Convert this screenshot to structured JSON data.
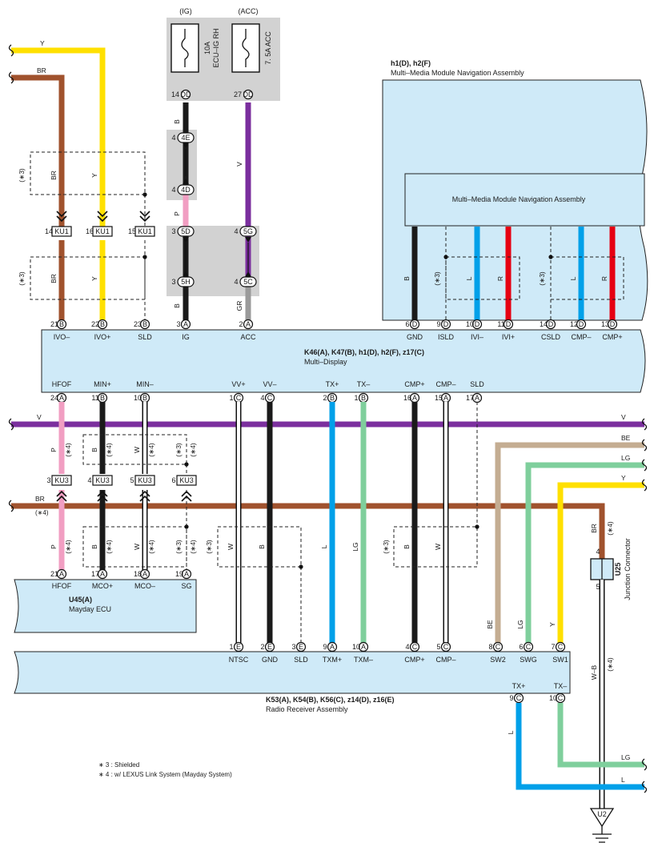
{
  "fuses": {
    "ig": {
      "source": "(IG)",
      "name": "10A\nECU–IG RH",
      "pin": "14",
      "conn": "DD"
    },
    "acc": {
      "source": "(ACC)",
      "name": "7. 5A ACC",
      "pin": "27",
      "conn": "DD"
    }
  },
  "junctions": {
    "j4e": {
      "pin": "4",
      "conn": "4E"
    },
    "j4d": {
      "pin": "4",
      "conn": "4D"
    },
    "j5d": {
      "pin": "3",
      "conn": "5D"
    },
    "j5h": {
      "pin": "3",
      "conn": "5H"
    },
    "j5g": {
      "pin": "4",
      "conn": "5G"
    },
    "j5c": {
      "pin": "4",
      "conn": "5C"
    }
  },
  "kur_top": [
    {
      "pin": "14",
      "conn": "KU1"
    },
    {
      "pin": "16",
      "conn": "KU1"
    },
    {
      "pin": "15",
      "conn": "KU1"
    }
  ],
  "ku3": [
    {
      "pin": "3",
      "conn": "KU3"
    },
    {
      "pin": "4",
      "conn": "KU3"
    },
    {
      "pin": "5",
      "conn": "KU3"
    },
    {
      "pin": "6",
      "conn": "KU3"
    }
  ],
  "nav": {
    "outer_ids": "h1(D), h2(F)",
    "outer_name": "Multi–Media Module Navigation Assembly",
    "inner_name": "Multi–Media Module Navigation Assembly"
  },
  "multi_display": {
    "ids": "K46(A), K47(B), h1(D), h2(F), z17(C)",
    "name": "Multi–Display",
    "top_pins": [
      {
        "num": "21",
        "conn": "B",
        "name": "IVO–"
      },
      {
        "num": "22",
        "conn": "B",
        "name": "IVO+"
      },
      {
        "num": "23",
        "conn": "B",
        "name": "SLD"
      },
      {
        "num": "3",
        "conn": "A",
        "name": "IG"
      },
      {
        "num": "2",
        "conn": "A",
        "name": "ACC"
      },
      {
        "num": "6",
        "conn": "D",
        "name": "GND"
      },
      {
        "num": "9",
        "conn": "D",
        "name": "ISLD"
      },
      {
        "num": "10",
        "conn": "D",
        "name": "IVI–"
      },
      {
        "num": "11",
        "conn": "D",
        "name": "IVI+"
      },
      {
        "num": "14",
        "conn": "D",
        "name": "CSLD"
      },
      {
        "num": "12",
        "conn": "D",
        "name": "CMP–"
      },
      {
        "num": "13",
        "conn": "D",
        "name": "CMP+"
      }
    ],
    "bottom_pins": [
      {
        "num": "24",
        "conn": "A",
        "name": "HFOF"
      },
      {
        "num": "11",
        "conn": "B",
        "name": "MIN+"
      },
      {
        "num": "10",
        "conn": "B",
        "name": "MIN–"
      },
      {
        "num": "1",
        "conn": "C",
        "name": "VV+"
      },
      {
        "num": "4",
        "conn": "C",
        "name": "VV–"
      },
      {
        "num": "2",
        "conn": "B",
        "name": "TX+"
      },
      {
        "num": "1",
        "conn": "B",
        "name": "TX–"
      },
      {
        "num": "16",
        "conn": "A",
        "name": "CMP+"
      },
      {
        "num": "15",
        "conn": "A",
        "name": "CMP–"
      },
      {
        "num": "17",
        "conn": "A",
        "name": "SLD"
      }
    ]
  },
  "mayday": {
    "ids": "U45(A)",
    "name": "Mayday ECU",
    "pins": [
      {
        "num": "21",
        "conn": "A",
        "name": "HFOF"
      },
      {
        "num": "17",
        "conn": "A",
        "name": "MCO+"
      },
      {
        "num": "18",
        "conn": "A",
        "name": "MCO–"
      },
      {
        "num": "19",
        "conn": "A",
        "name": "SG"
      }
    ]
  },
  "radio": {
    "ids": "K53(A), K54(B), K56(C), z14(D), z16(E)",
    "name": "Radio Receiver Assembly",
    "top_pins": [
      {
        "num": "1",
        "conn": "E",
        "name": "NTSC"
      },
      {
        "num": "2",
        "conn": "E",
        "name": "GND"
      },
      {
        "num": "3",
        "conn": "E",
        "name": "SLD"
      },
      {
        "num": "9",
        "conn": "A",
        "name": "TXM+"
      },
      {
        "num": "10",
        "conn": "A",
        "name": "TXM–"
      },
      {
        "num": "4",
        "conn": "C",
        "name": "CMP+"
      },
      {
        "num": "5",
        "conn": "C",
        "name": "CMP–"
      },
      {
        "num": "8",
        "conn": "C",
        "name": "SW2"
      },
      {
        "num": "6",
        "conn": "C",
        "name": "SWG"
      },
      {
        "num": "7",
        "conn": "C",
        "name": "SW1"
      }
    ],
    "bottom_pins": [
      {
        "num": "9",
        "conn": "C",
        "name": "TX+"
      },
      {
        "num": "10",
        "conn": "C",
        "name": "TX–"
      }
    ]
  },
  "junction_connector": {
    "id": "U25",
    "name": "Junction Connector",
    "pin_in": "4",
    "pin_out": "5"
  },
  "ground": {
    "id": "U2"
  },
  "wire_labels": {
    "y": "Y",
    "br": "BR",
    "b": "B",
    "p": "P",
    "v": "V",
    "gr": "GR",
    "l": "L",
    "r": "R",
    "w": "W",
    "lg": "LG",
    "be": "BE",
    "wb": "W–B"
  },
  "marks": {
    "s3": "(∗3)",
    "s4": "(∗4)"
  },
  "notes": [
    "∗ 3 : Shielded",
    "∗ 4 : w/ LEXUS Link System (Mayday System)"
  ],
  "colors": {
    "Y": "#ffe000",
    "BR": "#a0522d",
    "B": "#1a1a1a",
    "P": "#f19ec2",
    "V": "#7b2f9e",
    "GR": "#9a9a9a",
    "L": "#00a0e9",
    "R": "#e60012",
    "W": "#ffffff",
    "LG": "#7fcf9c",
    "BE": "#c4ad92",
    "box": "#cfeaf8",
    "gray": "#d2d2d2"
  }
}
